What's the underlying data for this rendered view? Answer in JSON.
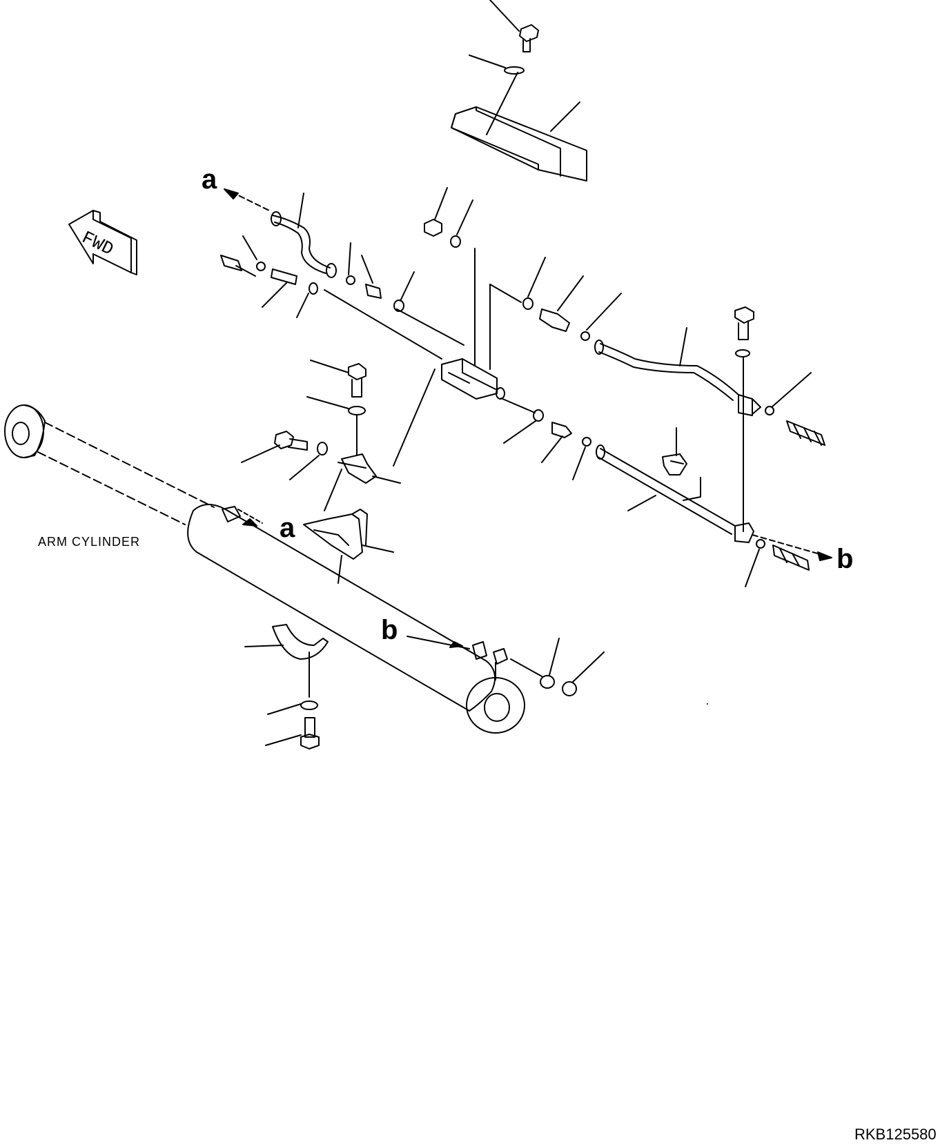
{
  "labels": {
    "arm_cylinder": "ARM CYLINDER",
    "fwd": "FWD",
    "connector_a_top": "a",
    "connector_a_mid": "a",
    "connector_b_right": "b",
    "connector_b_low": "b",
    "drawing_code": "RKB125580"
  },
  "colors": {
    "line": "#000000",
    "background": "#ffffff"
  }
}
